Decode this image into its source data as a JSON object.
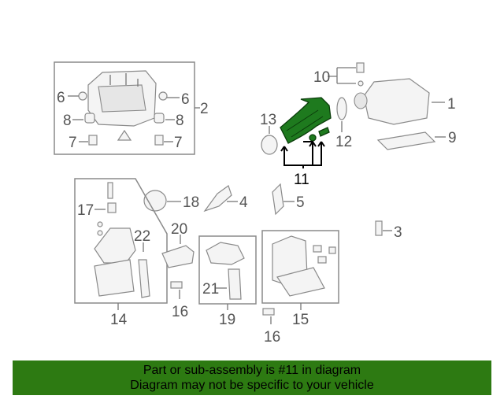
{
  "diagram": {
    "callouts": {
      "c1": "1",
      "c2": "2",
      "c3": "3",
      "c4": "4",
      "c5": "5",
      "c6a": "6",
      "c6b": "6",
      "c7a": "7",
      "c7b": "7",
      "c8a": "8",
      "c8b": "8",
      "c9": "9",
      "c10": "10",
      "c11": "11",
      "c12": "12",
      "c13": "13",
      "c14": "14",
      "c15": "15",
      "c16a": "16",
      "c16b": "16",
      "c17": "17",
      "c18": "18",
      "c19": "19",
      "c20": "20",
      "c21": "21",
      "c22": "22"
    },
    "highlight_color": "#1e7a1e"
  },
  "banner": {
    "line1": "Part or sub-assembly is #11 in diagram",
    "line2": "Diagram may not be specific to your vehicle",
    "background": "#2d7a12"
  }
}
